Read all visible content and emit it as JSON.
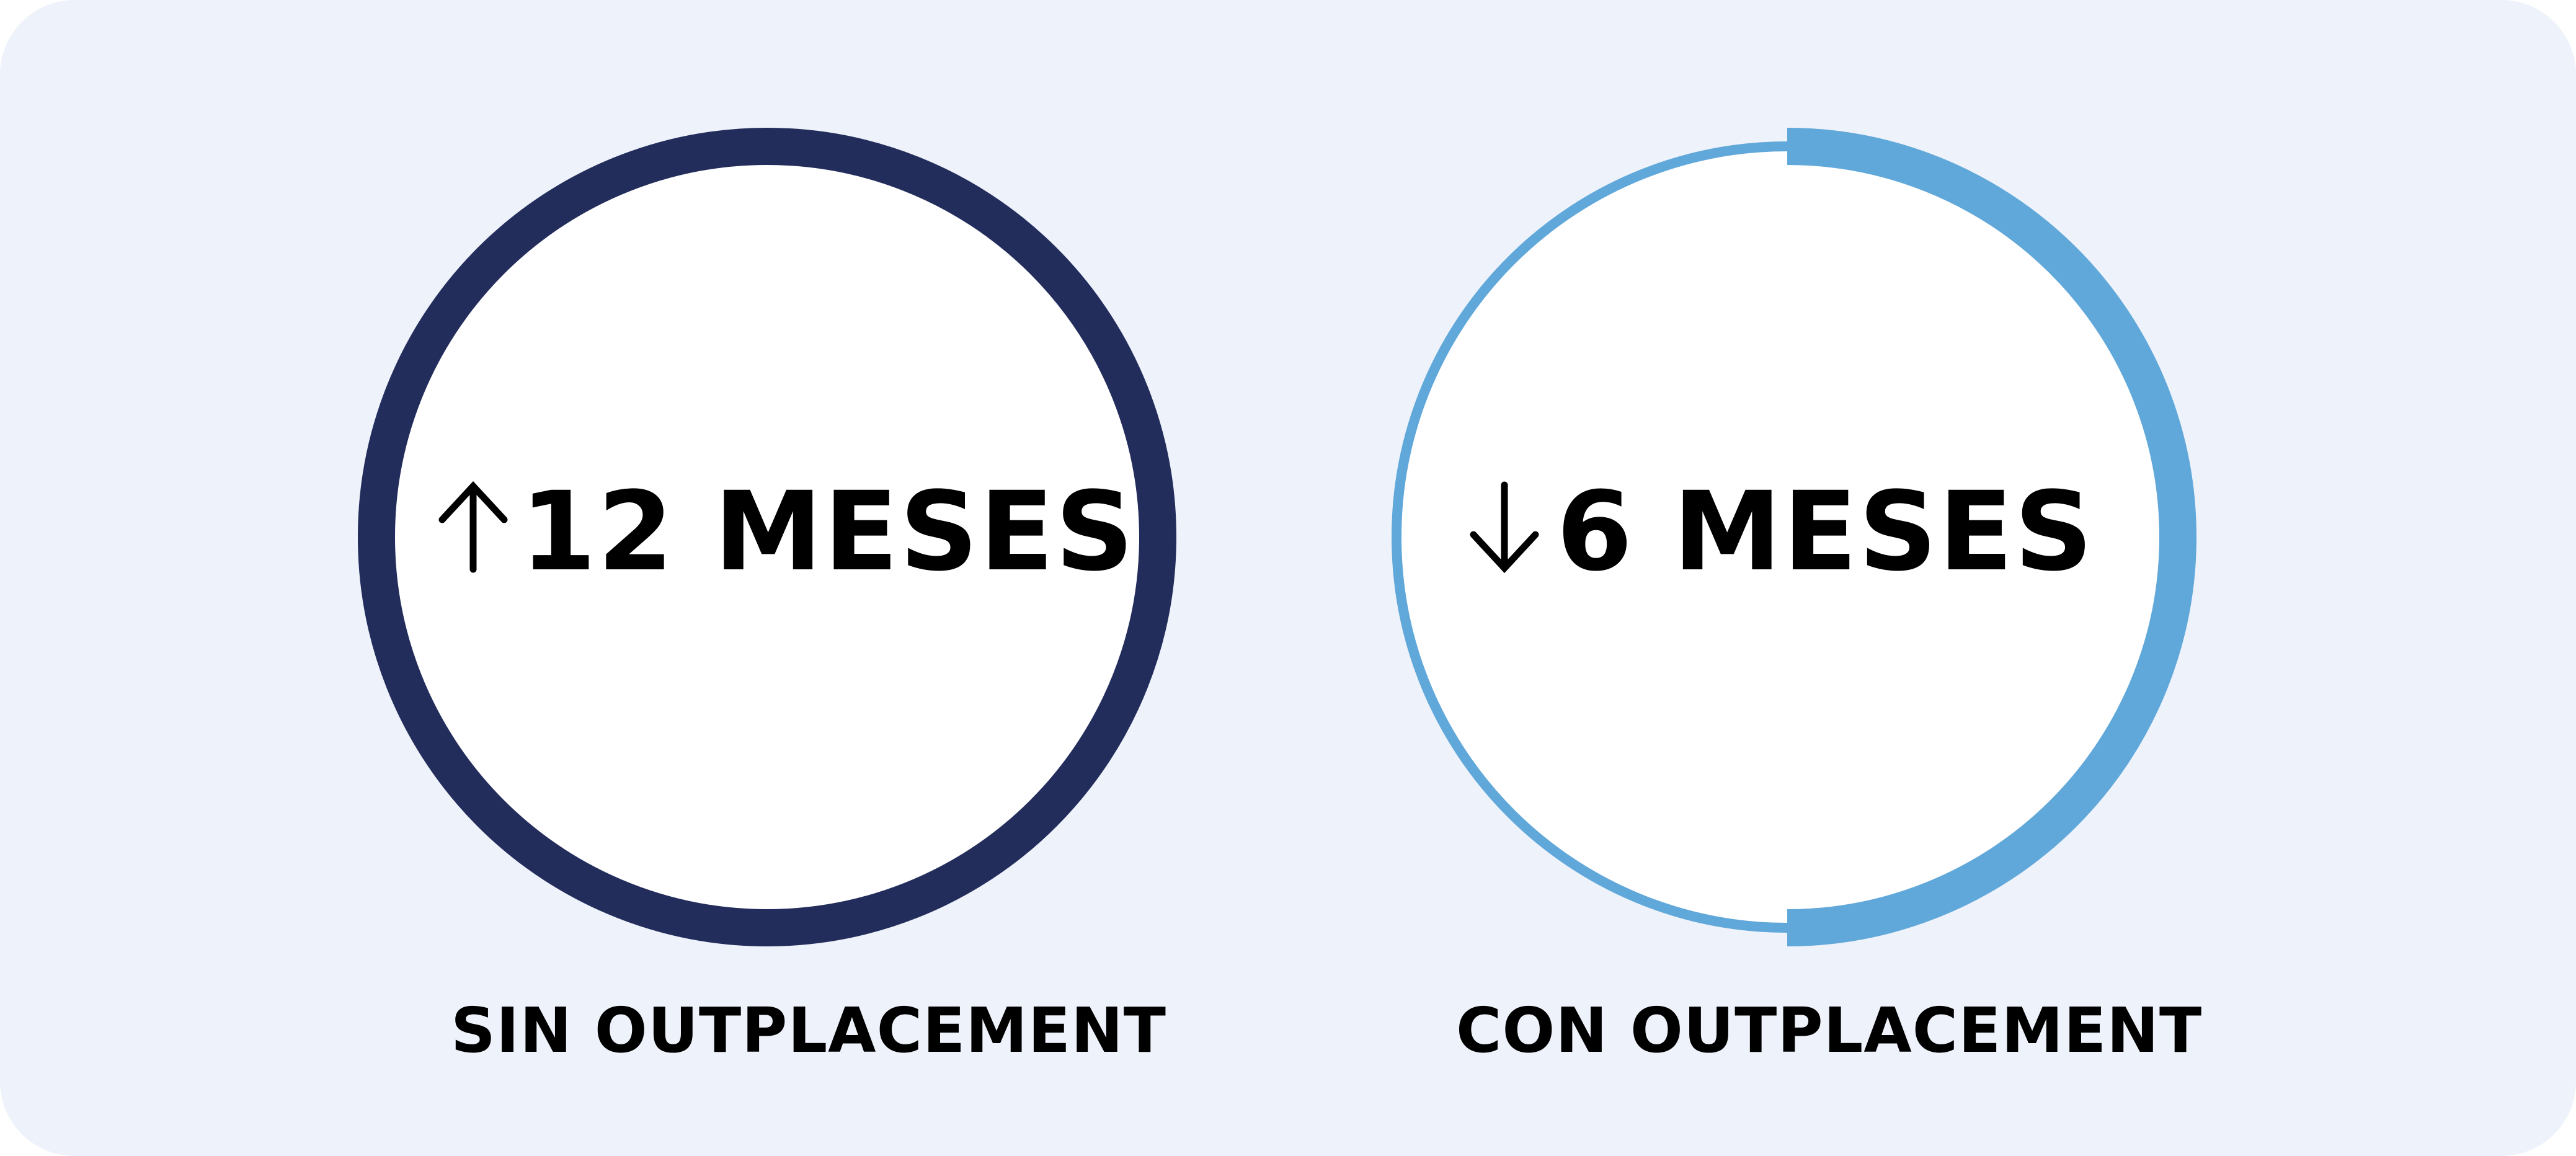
{
  "colors": {
    "background": "#EEF2FA",
    "circle_fill": "#FFFFFF",
    "left_ring": "#232D5C",
    "right_ring": "#61A8DA",
    "text": "#000000"
  },
  "comparison": {
    "left": {
      "icon": "arrow-up-icon",
      "value": "12 MESES",
      "caption": "SIN OUTPLACEMENT"
    },
    "right": {
      "icon": "arrow-down-icon",
      "value": "6 MESES",
      "caption": "CON OUTPLACEMENT"
    }
  }
}
